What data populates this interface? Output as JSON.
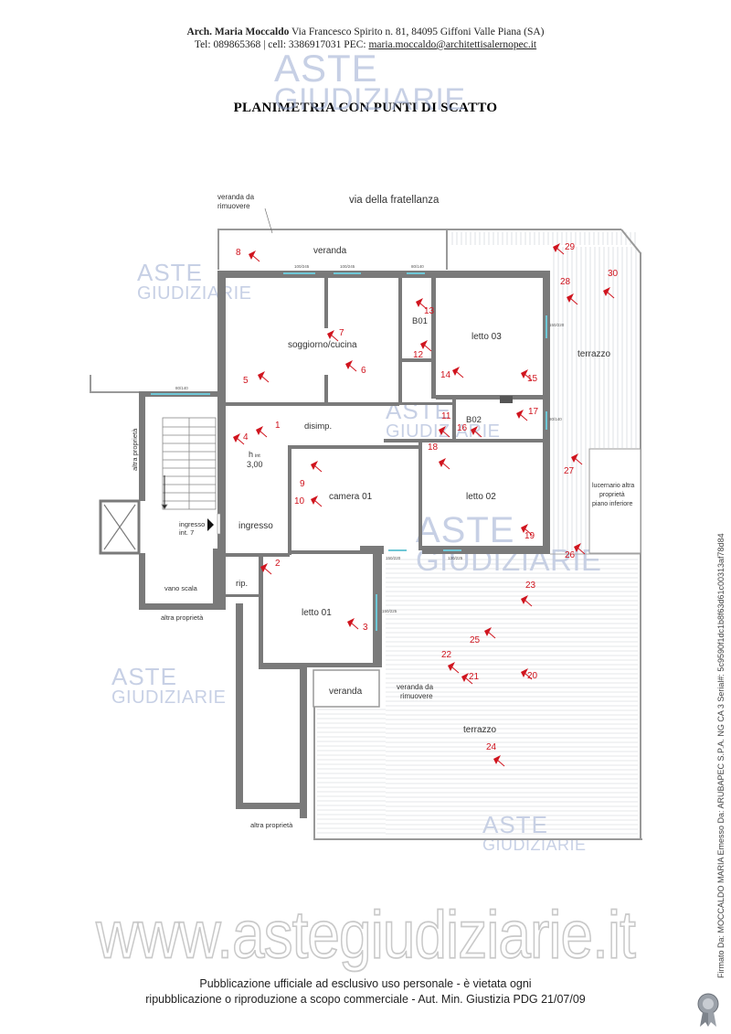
{
  "header": {
    "architect": "Arch. Maria Moccaldo",
    "address": "Via Francesco Spirito n. 81, 84095 Giffoni Valle Piana (SA)",
    "contacts": "Tel: 089865368 | cell: 3386917031 PEC:",
    "pec": "maria.moccaldo@architettisalernopec.it"
  },
  "title": "PLANIMETRIA  CON PUNTI DI SCATTO",
  "watermark": {
    "line1": "ASTE",
    "line2": "GIUDIZIARIE"
  },
  "plan": {
    "street": "via della fratellanza",
    "rooms": {
      "veranda_rimuovere_top": "veranda da",
      "veranda_rimuovere_top2": "rimuovere",
      "veranda_top": "veranda",
      "soggiorno": "soggiorno/cucina",
      "b01": "B01",
      "letto03": "letto 03",
      "terrazzo_right": "terrazzo",
      "b02": "B02",
      "disimp": "disimp.",
      "h_int": "h",
      "h_sub": "int",
      "h_val": "3,00",
      "camera01": "camera 01",
      "letto02": "letto 02",
      "ingresso": "ingresso",
      "ingresso_int": "ingresso",
      "ingresso_int2": "int. 7",
      "vano_scala": "vano scala",
      "rip": "rip.",
      "letto01": "letto 01",
      "veranda_bottom": "veranda",
      "veranda_rim_bottom": "veranda da",
      "veranda_rim_bottom2": "rimuovere",
      "terrazzo_bottom": "terrazzo",
      "altra_proprieta": "altra proprietà",
      "lucernario1": "lucernario altra",
      "lucernario2": "proprietà",
      "lucernario3": "piano inferiore"
    },
    "windows": [
      "100/245",
      "100/245",
      "80/140",
      "150/220",
      "80/140",
      "150/220",
      "150/225",
      "130/225",
      "80/140"
    ],
    "points": [
      "1",
      "2",
      "3",
      "4",
      "5",
      "6",
      "7",
      "8",
      "9",
      "10",
      "11",
      "12",
      "13",
      "14",
      "15",
      "16",
      "17",
      "18",
      "19",
      "20",
      "21",
      "22",
      "23",
      "24",
      "25",
      "26",
      "27",
      "28",
      "29",
      "30"
    ]
  },
  "bigwatermark": "www.astegiudiziarie.it",
  "footer": {
    "line1": "Pubblicazione ufficiale ad esclusivo uso personale - è vietata ogni",
    "line2": "ripubblicazione o riproduzione a scopo commerciale - Aut. Min. Giustizia PDG 21/07/09"
  },
  "signature": "Firmato Da: MOCCALDO MARIA Emesso Da: ARUBAPEC S.P.A. NG CA 3 Serial#: 5c9590f1dc1b8f63d61c00313af78d84",
  "colors": {
    "wall": "#7a7a7a",
    "red": "#d0141e",
    "watermark": "#9aaad0"
  }
}
